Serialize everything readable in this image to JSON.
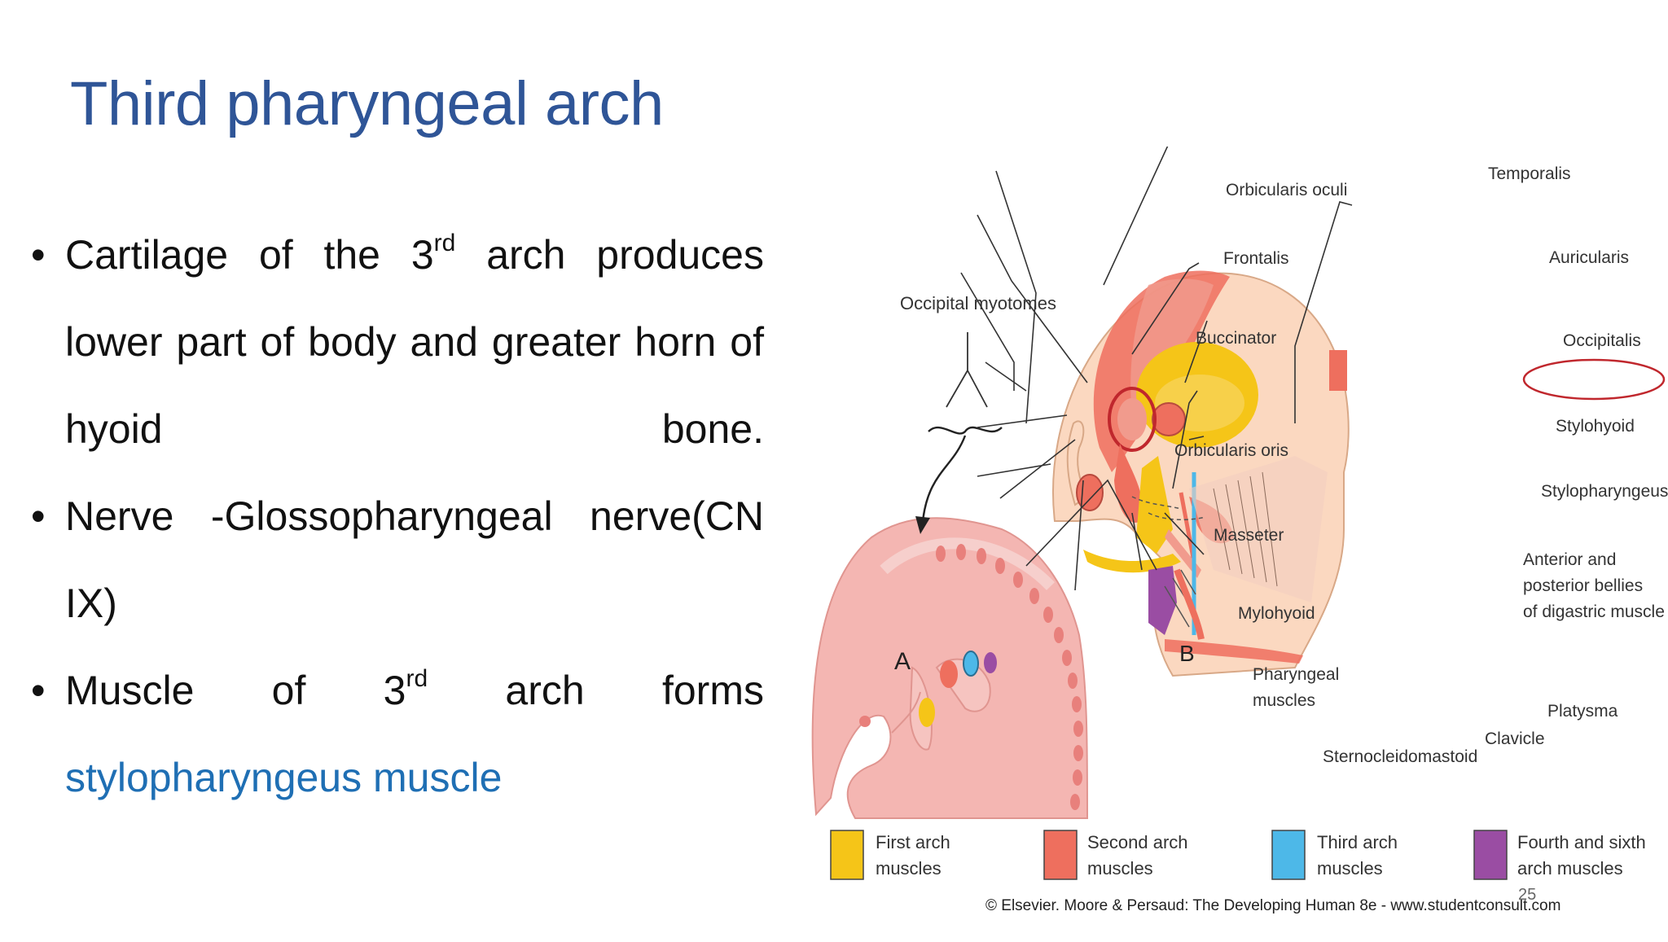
{
  "slide": {
    "title": "Third pharyngeal arch",
    "page_number": "25"
  },
  "bullets": [
    {
      "parts": [
        "Cartilage of the 3",
        "rd",
        " arch produces lower part of body and greater horn of hyoid bone."
      ]
    },
    {
      "parts": [
        "Nerve -Glossopharyngeal nerve(CN IX)"
      ]
    },
    {
      "parts": [
        "Muscle of 3",
        "rd",
        " arch forms",
        "stylopharyngeus muscle"
      ]
    }
  ],
  "figure": {
    "label_a": "A",
    "label_b": "B",
    "labels": {
      "occipital_myotomes": "Occipital myotomes",
      "orbicularis_oculi": "Orbicularis oculi",
      "temporalis": "Temporalis",
      "frontalis": "Frontalis",
      "auricularis": "Auricularis",
      "buccinator": "Buccinator",
      "occipitalis": "Occipitalis",
      "stylohyoid": "Stylohyoid",
      "orbicularis_oris": "Orbicularis oris",
      "stylopharyngeus": "Stylopharyngeus",
      "masseter": "Masseter",
      "digastric_1": "Anterior and",
      "digastric_2": "posterior bellies",
      "digastric_3": "of digastric muscle",
      "mylohyoid": "Mylohyoid",
      "pharyngeal_1": "Pharyngeal",
      "pharyngeal_2": "muscles",
      "platysma": "Platysma",
      "clavicle": "Clavicle",
      "sternocleidomastoid": "Sternocleidomastoid"
    },
    "legend": [
      {
        "line1": "First arch",
        "line2": "muscles",
        "color": "#f5c518"
      },
      {
        "line1": "Second arch",
        "line2": "muscles",
        "color": "#ee6f5e"
      },
      {
        "line1": "Third arch",
        "line2": "muscles",
        "color": "#4db8e8"
      },
      {
        "line1": "Fourth and sixth",
        "line2": "arch muscles",
        "color": "#9a4da3"
      }
    ],
    "credit": "© Elsevier. Moore & Persaud: The Developing Human 8e - www.studentconsult.com"
  },
  "colors": {
    "title": "#2f5597",
    "accent_text": "#1f6fb4",
    "highlight_circle": "#c0272d"
  }
}
